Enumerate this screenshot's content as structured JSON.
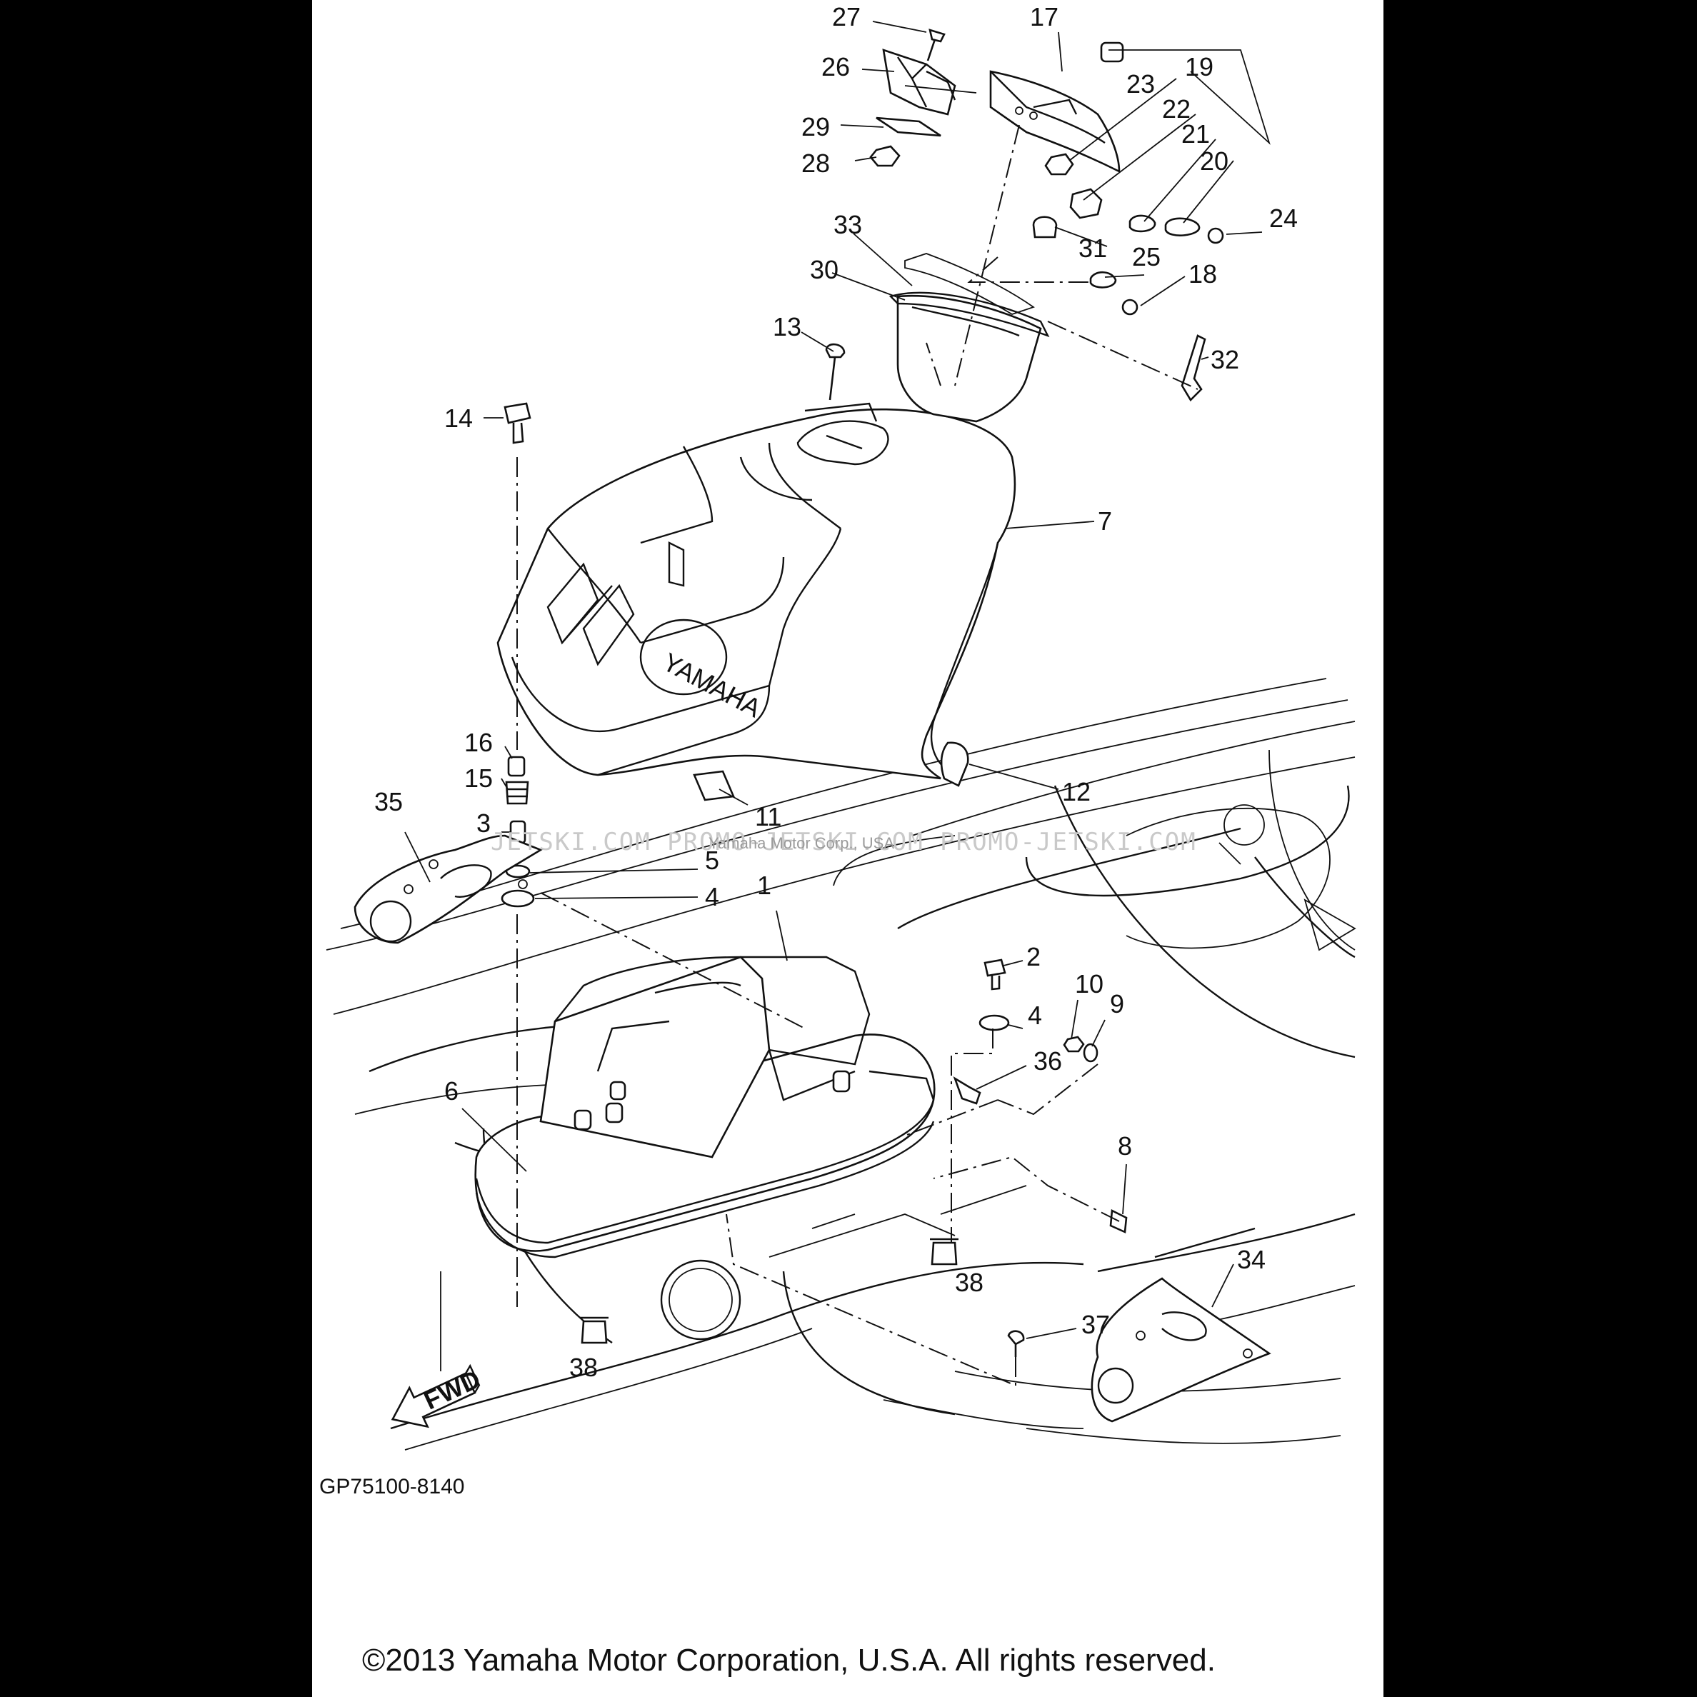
{
  "diagram": {
    "callouts": [
      "27",
      "17",
      "26",
      "23",
      "19",
      "22",
      "29",
      "21",
      "28",
      "20",
      "24",
      "33",
      "31",
      "30",
      "25",
      "18",
      "13",
      "32",
      "14",
      "7",
      "16",
      "12",
      "15",
      "11",
      "35",
      "3",
      "5",
      "4",
      "1",
      "2",
      "10",
      "9",
      "4",
      "36",
      "6",
      "8",
      "34",
      "38",
      "37",
      "38"
    ],
    "watermark": "JETSKI.COM  PROMO-JETSKI.COM  PROMO-JETSKI.COM",
    "watermark_center": "Yamaha Motor Corp., USA",
    "logo_text": "YAMAHA",
    "fwd_label": "FWD",
    "diagram_code": "GP75100-8140",
    "copyright": "©2013 Yamaha Motor Corporation, U.S.A. All rights reserved."
  }
}
